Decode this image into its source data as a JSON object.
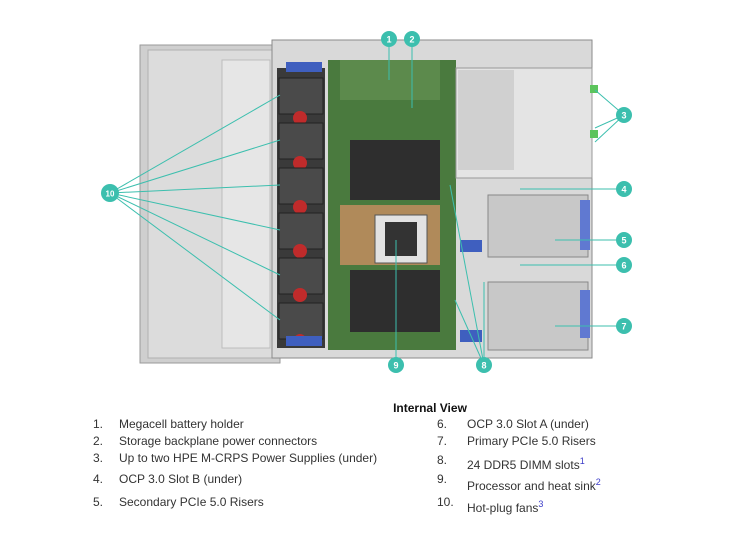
{
  "caption": "Internal View",
  "callouts": [
    "1",
    "2",
    "3",
    "4",
    "5",
    "6",
    "7",
    "8",
    "9",
    "10"
  ],
  "legend": [
    {
      "num": "1.",
      "text": "Megacell battery holder",
      "note": ""
    },
    {
      "num": "2.",
      "text": "Storage backplane power connectors",
      "note": ""
    },
    {
      "num": "3.",
      "text": "Up to two HPE M-CRPS Power Supplies (under)",
      "note": ""
    },
    {
      "num": "4.",
      "text": "OCP 3.0 Slot B (under)",
      "note": ""
    },
    {
      "num": "5.",
      "text": "Secondary PCIe 5.0 Risers",
      "note": ""
    },
    {
      "num": "6.",
      "text": "OCP 3.0 Slot A (under)",
      "note": ""
    },
    {
      "num": "7.",
      "text": "Primary PCIe 5.0 Risers",
      "note": ""
    },
    {
      "num": "8.",
      "text": "24 DDR5 DIMM slots",
      "note": "1"
    },
    {
      "num": "9.",
      "text": "Processor and heat sink",
      "note": "2"
    },
    {
      "num": "10.",
      "text": "Hot-plug fans",
      "note": "3"
    }
  ],
  "colors": {
    "callout": "#3cbfae",
    "board": "#4a7a3e",
    "chassis": "#d4d4d4",
    "note": "#3b3bc8"
  }
}
